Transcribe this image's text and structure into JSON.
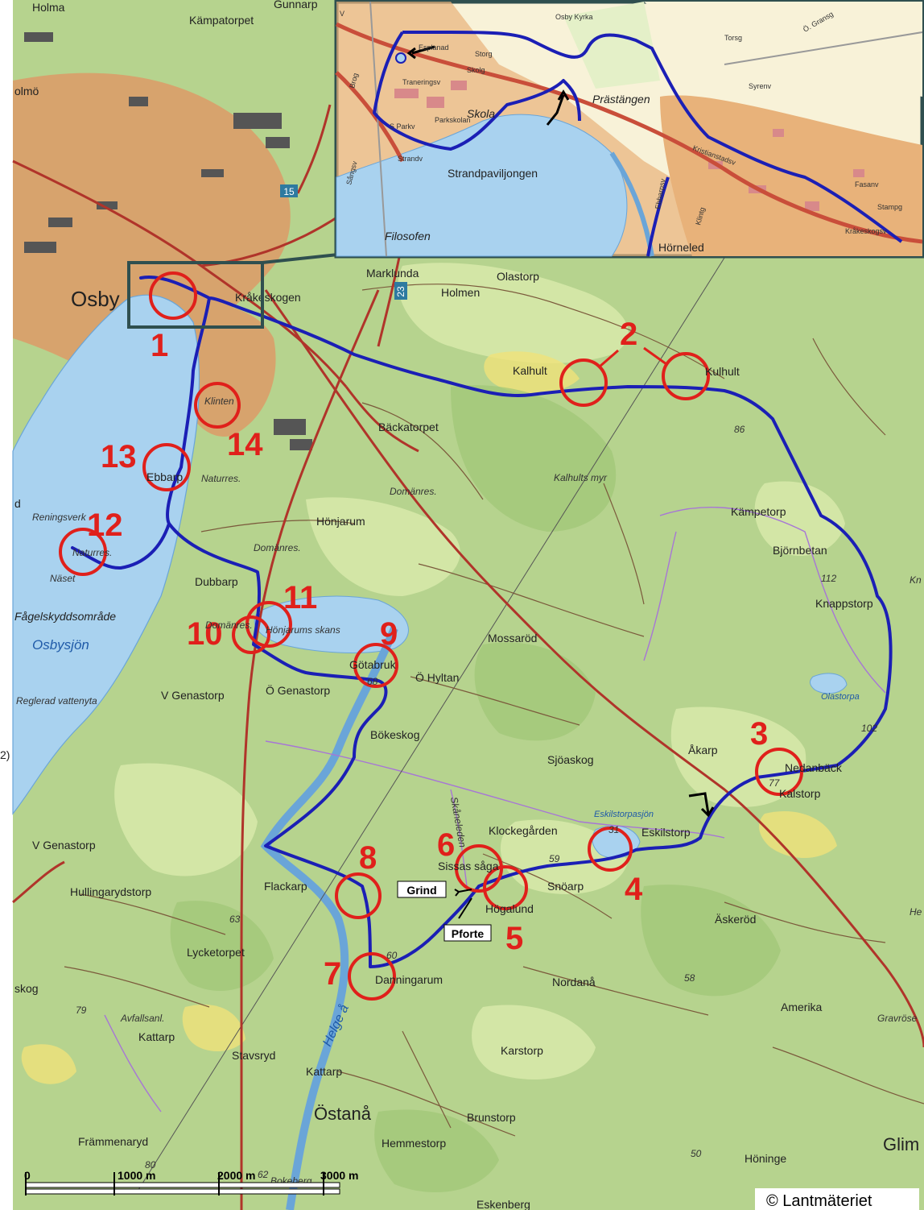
{
  "places": {
    "holma": "Holma",
    "kampatorpet": "Kämpatorpet",
    "gunnarp": "Gunnarp",
    "olmo": "olmö",
    "osby": "Osby",
    "kraknskogen": "Kråkeskogen",
    "marklunda": "Marklunda",
    "olastorp": "Olastorp",
    "holmen": "Holmen",
    "kalhult": "Kalhult",
    "kulhult": "Kulhult",
    "backatorpet": "Bäckatorpet",
    "klinten": "Klinten",
    "ebbarp": "Ebbarp",
    "naturres1": "Naturres.",
    "domanres1": "Domänres.",
    "kalhults_myr": "Kalhults myr",
    "honjarum": "Hönjarum",
    "domanres2": "Domänres.",
    "reningsverk": "Reningsverk",
    "naset": "Näset",
    "naturres2": "Naturres.",
    "dubbarp": "Dubbarp",
    "fagelskydd": "Fågelskyddsområde",
    "osbysjon": "Osbysjön",
    "domanres3": "Domänres.",
    "honjarums_skans": "Hönjarums skans",
    "gotabruk": "Götabruk",
    "mossarod": "Mossaröd",
    "o_hyltan": "Ö Hyltan",
    "o_genastorp": "Ö Genastorp",
    "v_genastorp1": "V Genastorp",
    "reglerad": "Reglerad vattenyta",
    "bokeskog": "Bökeskog",
    "sjoaskog": "Sjöaskog",
    "kampetorp": "Kämpetorp",
    "bjornbetan": "Björnbetan",
    "knappstorp": "Knappstorp",
    "olastorpa": "Olastorpa",
    "akarp": "Åkarp",
    "nedanback": "Nedanbäck",
    "kalstorp": "Kalstorp",
    "eskilstorpasjon": "Eskilstorpasjön",
    "eskilstorp": "Eskilstorp",
    "klockegarden": "Klockegården",
    "skaneleden": "Skåneleden",
    "sissas_saga": "Sissas såga",
    "snoarp": "Snöarp",
    "askerod": "Äskeröd",
    "v_genastorp2": "V Genastorp",
    "flackarp": "Flackarp",
    "hullingarydstorp": "Hullingarydstorp",
    "hogalund": "Högalund",
    "lycketorpet": "Lycketorpet",
    "danningarum": "Danningarum",
    "nordana": "Nordanå",
    "skog": "skog",
    "avfallsanl": "Avfallsanl.",
    "kattarp1": "Kattarp",
    "amerika": "Amerika",
    "gravrose": "Gravröse",
    "helge_a": "Helge å",
    "karstorp": "Karstorp",
    "stavsryd": "Stavsryd",
    "kattarp2": "Kattarp",
    "ostana": "Östanå",
    "brunstorp": "Brunstorp",
    "frammenaryd": "Främmenaryd",
    "hemmestorp": "Hemmestorp",
    "glim": "Glim",
    "honinge": "Höninge",
    "bokeberg": "Bokeberg",
    "eskenberg": "Eskenberg",
    "edge_d": "d",
    "edge_2": "2)",
    "edge_kn": "Kn",
    "edge_he": "He"
  },
  "elevations": [
    "86",
    "112",
    "102",
    "77",
    "31",
    "59",
    "68",
    "60",
    "63",
    "58",
    "79",
    "62",
    "80",
    "50"
  ],
  "road_numbers": {
    "r15": "15",
    "r23": "23"
  },
  "markers": [
    {
      "num": "1"
    },
    {
      "num": "2"
    },
    {
      "num": "3"
    },
    {
      "num": "4"
    },
    {
      "num": "5"
    },
    {
      "num": "6"
    },
    {
      "num": "7"
    },
    {
      "num": "8"
    },
    {
      "num": "9"
    },
    {
      "num": "10"
    },
    {
      "num": "11"
    },
    {
      "num": "12"
    },
    {
      "num": "13"
    },
    {
      "num": "14"
    }
  ],
  "callouts": {
    "grind": "Grind",
    "pforte": "Pforte"
  },
  "inset": {
    "osby_kyrka": "Osby Kyrka",
    "esplanad": "Esplanad",
    "storg": "Storg",
    "prastangen": "Prästängen",
    "skola": "Skola",
    "parkskolan": "Parkskolan",
    "strandpaviljongen": "Strandpaviljongen",
    "filosofen": "Filosofen",
    "horneled": "Hörneled",
    "kristianstadsv": "Kristianstadsv",
    "torsg": "Torsg",
    "syrenv": "Syrenv",
    "fasanv": "Fasanv",
    "stampg": "Stampg",
    "krakeskogsv": "Kråkeskogsv",
    "ebbarpsv": "Ebbarpsv",
    "klintg": "Klintg",
    "o_gransg": "Ö. Gransg",
    "brog": "Brog",
    "tranerings": "Traneringsv",
    "s_parkv": "S Parkv",
    "strandv": "Strandv",
    "sangsv": "Sångsv",
    "skolg": "Skolg",
    "v_edge": "V"
  },
  "scale": {
    "s0": "0",
    "s1": "1000 m",
    "s2": "2000 m",
    "s3": "3000 m"
  },
  "copyright": "© Lantmäteriet",
  "colors": {
    "route": "#1b1fb5",
    "marker": "#e0201b",
    "road": "#b0342a",
    "water": "#a9d2ef",
    "forest": "#b6d38e",
    "urban": "#d7a36d"
  }
}
